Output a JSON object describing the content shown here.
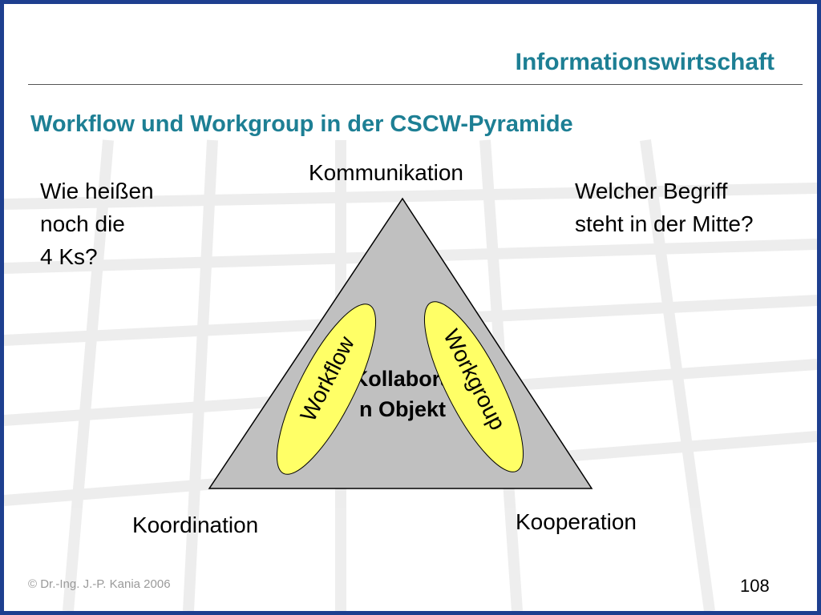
{
  "header": {
    "title": "Informationswirtschaft"
  },
  "slide": {
    "title": "Workflow und Workgroup in der CSCW-Pyramide",
    "question_left": [
      "Wie heißen",
      "noch die",
      "4 Ks?"
    ],
    "question_right": [
      "Welcher Begriff",
      "steht in der Mitte?"
    ]
  },
  "pyramid": {
    "top_label": "Kommunikation",
    "left_label": "Koordination",
    "right_label": "Kooperation",
    "center_text": [
      "Kollabora",
      "n Objekt"
    ],
    "left_ellipse_label": "Workflow",
    "right_ellipse_label": "Workgroup",
    "colors": {
      "triangle": "#c0c0c0",
      "ellipse": "#ffff66"
    }
  },
  "footer": {
    "copyright": "©  Dr.-Ing. J.-P. Kania 2006",
    "page_number": "108"
  }
}
